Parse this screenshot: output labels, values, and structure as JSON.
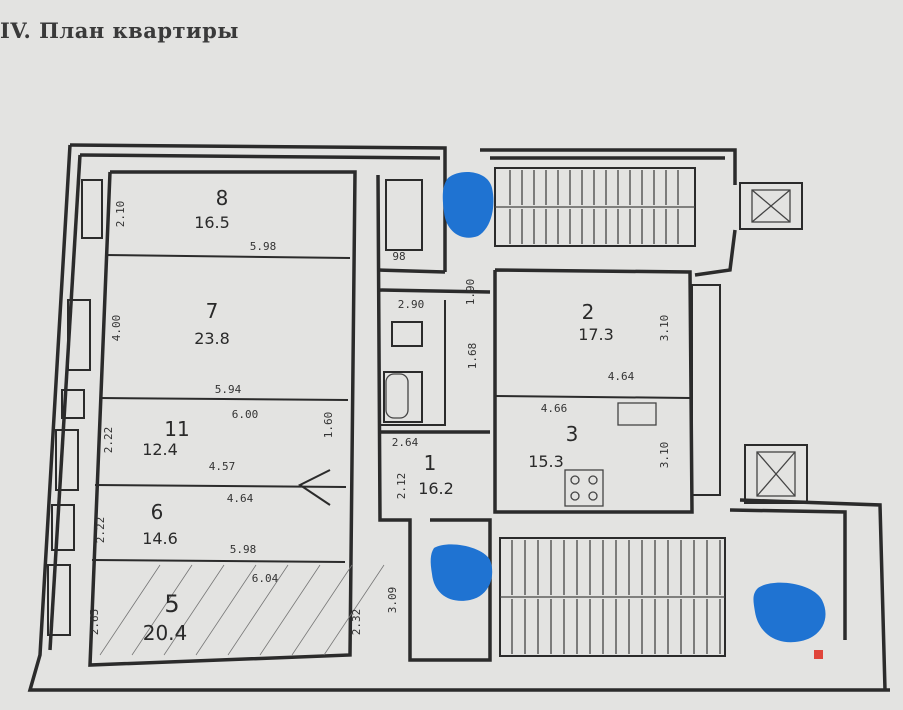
{
  "title": "IV. План квартиры",
  "rooms": [
    {
      "number": "8",
      "area": "16.5"
    },
    {
      "number": "7",
      "area": "23.8"
    },
    {
      "number": "11",
      "area": "12.4"
    },
    {
      "number": "6",
      "area": "14.6"
    },
    {
      "number": "5",
      "area": "20.4"
    },
    {
      "number": "2",
      "area": "17.3"
    },
    {
      "number": "3",
      "area": "15.3"
    },
    {
      "number": "1",
      "area": "16.2"
    }
  ],
  "dimensions": {
    "d1": "2.10",
    "d2": "5.98",
    "d3": "4.00",
    "d4": "5.94",
    "d5": "6.00",
    "d6": "2.22",
    "d7": "4.57",
    "d8": "4.64",
    "d9": "2.22",
    "d10": "5.98",
    "d11": "6.04",
    "d12": "2.65",
    "d13": "2.90",
    "d14": "1.90",
    "d15": "3.10",
    "d16": "4.64",
    "d17": "4.66",
    "d18": "3.10",
    "d19": "2.64",
    "d20": "1.68",
    "d21": "2.12",
    "d22": "1.60",
    "d23": "2.32",
    "d24": "3.09",
    "d25": "98"
  },
  "colors": {
    "wall": "#2b2b2b",
    "paper": "#e3e3e1",
    "marker": "#1f73d2",
    "accent": "#e0453a"
  }
}
